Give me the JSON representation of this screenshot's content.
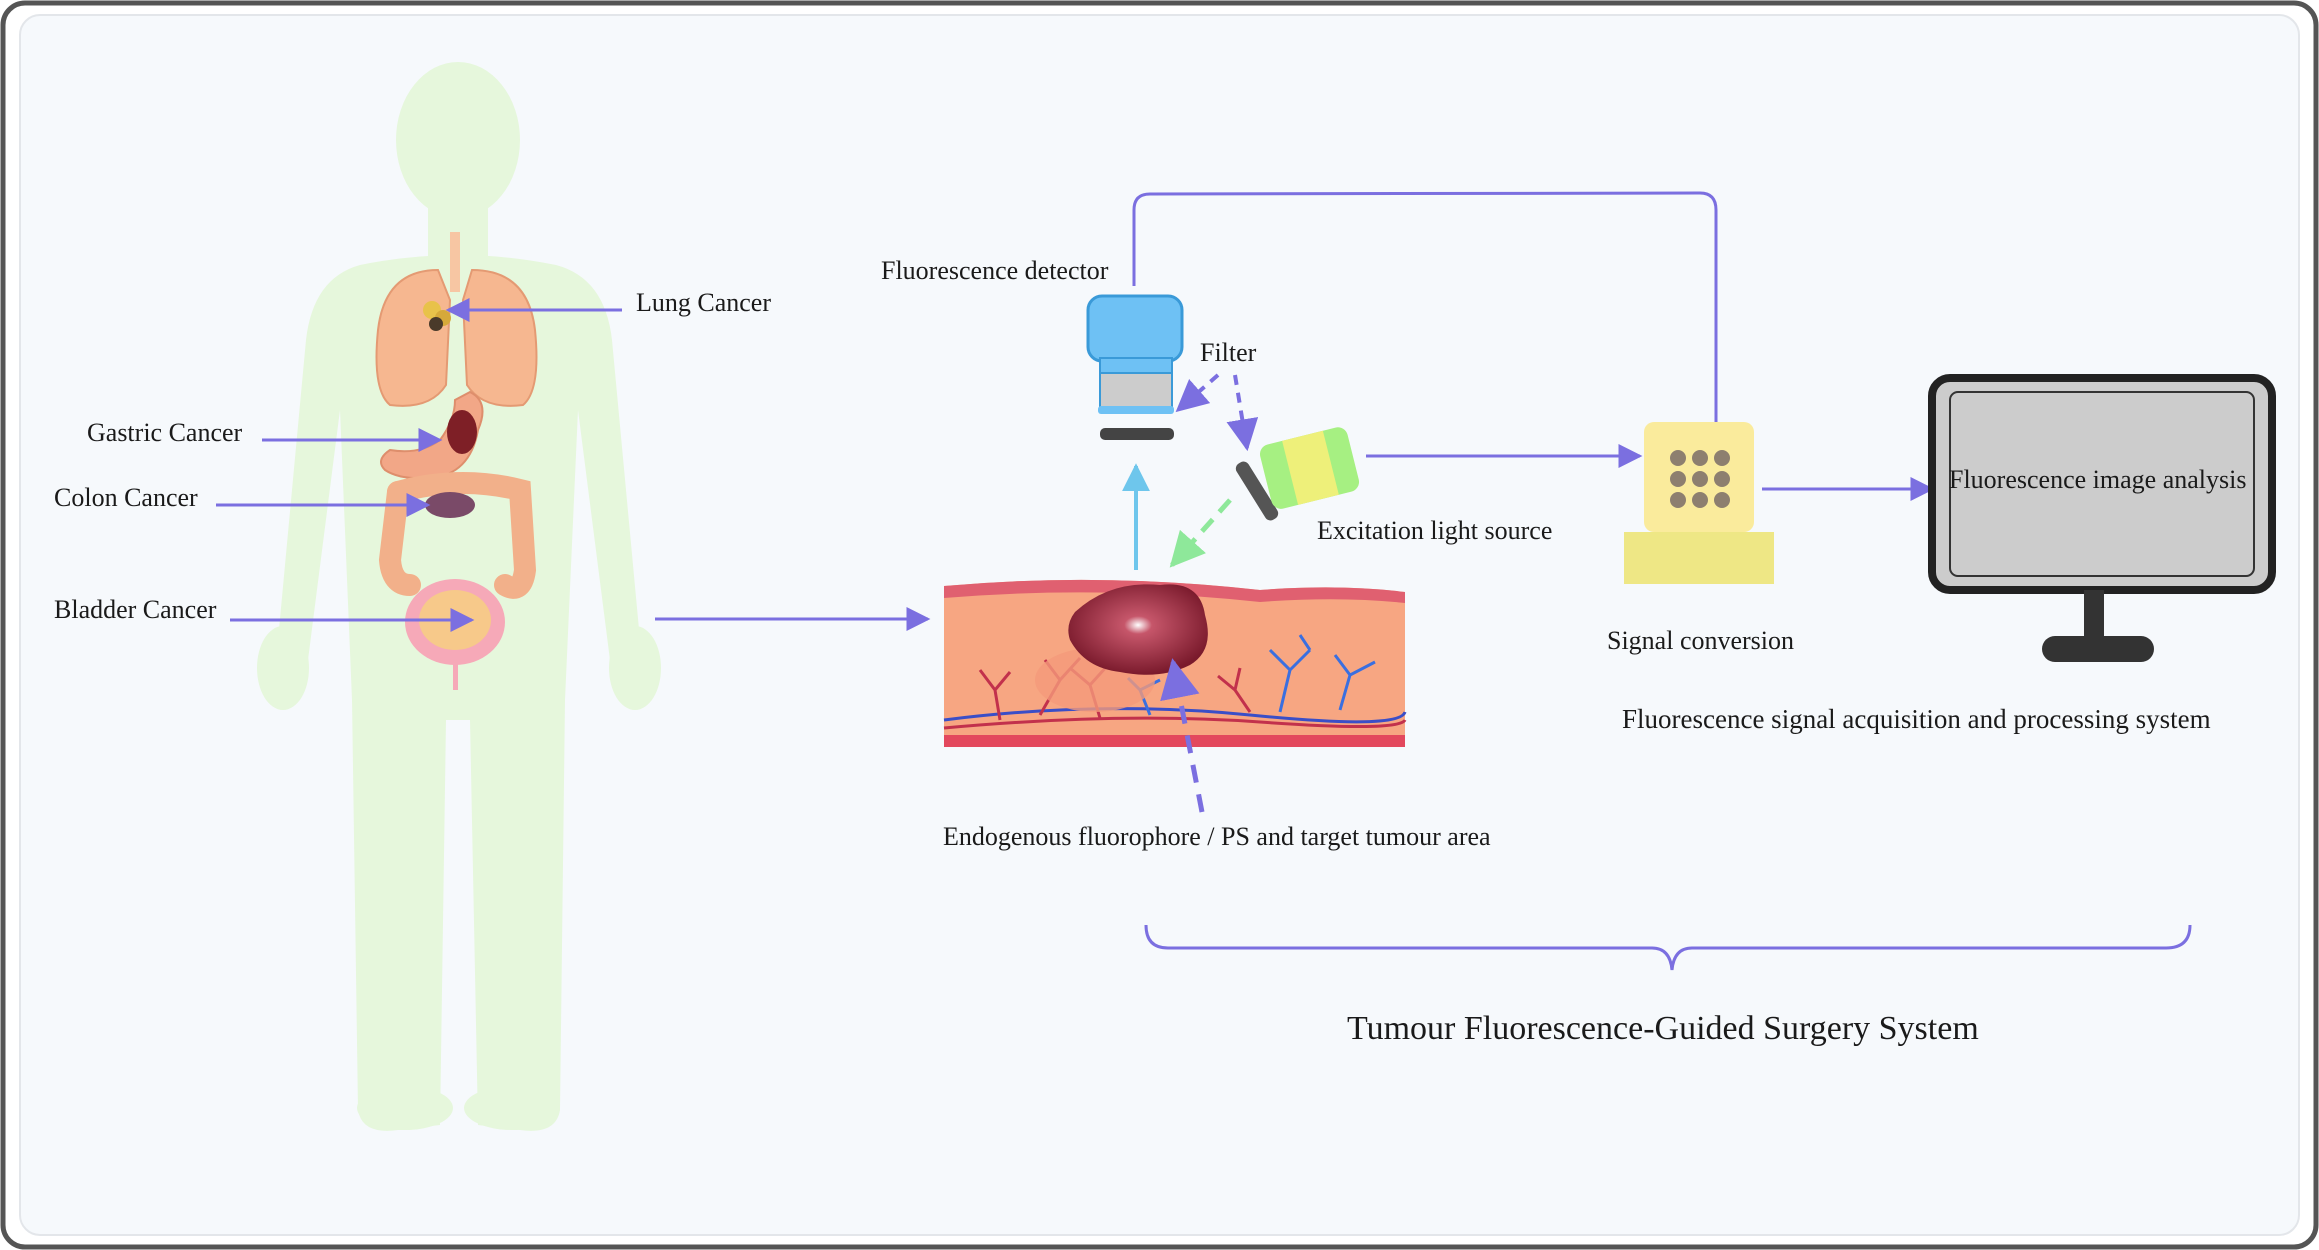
{
  "organs": {
    "lung": "Lung Cancer",
    "gastric": "Gastric Cancer",
    "colon": "Colon Cancer",
    "bladder": "Bladder Cancer"
  },
  "device": {
    "detector": "Fluorescence detector",
    "filter": "Filter",
    "excitation": "Excitation light source",
    "tissue": "Endogenous fluorophore / PS and target tumour area",
    "signal_conversion": "Signal conversion",
    "monitor_text": "Fluorescence image analysis",
    "acquisition_system": "Fluorescence signal acquisition and processing system"
  },
  "system_title": "Tumour Fluorescence-Guided Surgery System",
  "colors": {
    "arrow": "#7b6fe0",
    "body": "#e6f7dc",
    "background": "#f6f9fc",
    "frame": "#555555"
  }
}
